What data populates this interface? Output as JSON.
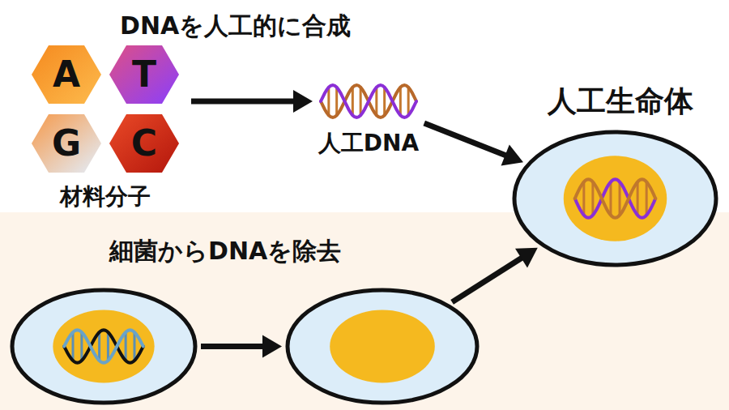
{
  "diagram": {
    "nodes": [
      {
        "text": [
          "材料分子"
        ]
      },
      {
        "text": [
          "A"
        ],
        "in": 0
      },
      {
        "text": [
          "T"
        ],
        "in": 0
      },
      {
        "text": [
          "G"
        ],
        "in": 0
      },
      {
        "text": [
          "C"
        ],
        "in": 0
      },
      {
        "text": [
          "人工DNA"
        ]
      },
      {
        "text": [
          "人工生命体"
        ]
      },
      {
        "text": [
          "細菌からDNAを除去"
        ]
      },
      {
        "text": [],
        "in": 7
      },
      {
        "text": [],
        "in": 7
      }
    ],
    "edges": [
      {
        "from": 0,
        "to": 5,
        "arrow": "to"
      },
      {
        "from": 5,
        "to": 6,
        "arrow": "to"
      },
      {
        "from": 8,
        "to": 9,
        "arrow": "to"
      },
      {
        "from": 9,
        "to": 6,
        "arrow": "to"
      }
    ],
    "labels": [
      "DNAを人工的に合成"
    ]
  }
}
